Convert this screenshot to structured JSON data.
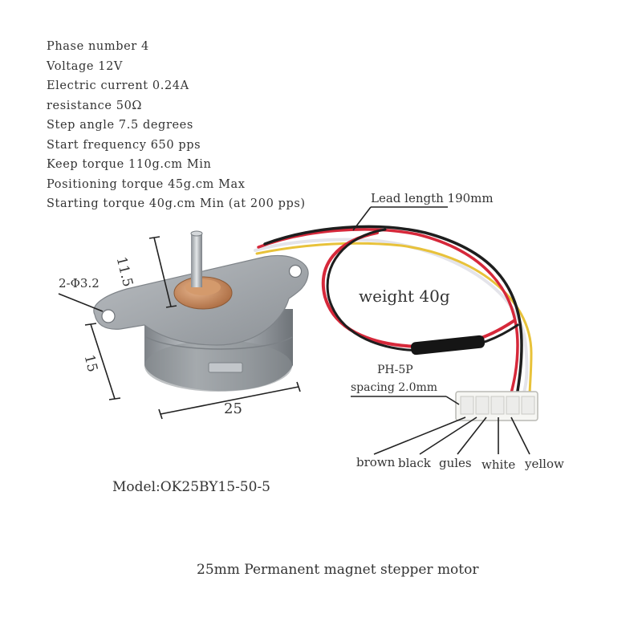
{
  "specs": [
    "Phase number 4",
    "Voltage 12V",
    "Electric current 0.24A",
    "resistance 50Ω",
    "Step angle 7.5 degrees",
    "Start frequency 650 pps",
    "Keep torque 110g.cm Min",
    "Positioning torque 45g.cm Max",
    "Starting torque 40g.cm Min (at 200 pps)"
  ],
  "labels": {
    "lead_length": "Lead length 190mm",
    "shaft_height": "11.5",
    "hole_spec": "2-Φ3.2",
    "weight": "weight 40g",
    "body_height": "15",
    "connector_type": "PH-5P",
    "connector_spacing": "spacing 2.0mm",
    "diameter": "25",
    "model": "Model:OK25BY15-50-5",
    "caption": "25mm Permanent magnet stepper motor"
  },
  "wires": [
    "brown",
    "black",
    "gules",
    "white",
    "yellow"
  ],
  "colors": {
    "wire_red": "#d6283a",
    "wire_black": "#1e1e1e",
    "wire_yellow": "#e8c23a",
    "wire_white": "#e8e8ee",
    "metal": "#a8adb2",
    "copper": "#c8895a"
  }
}
